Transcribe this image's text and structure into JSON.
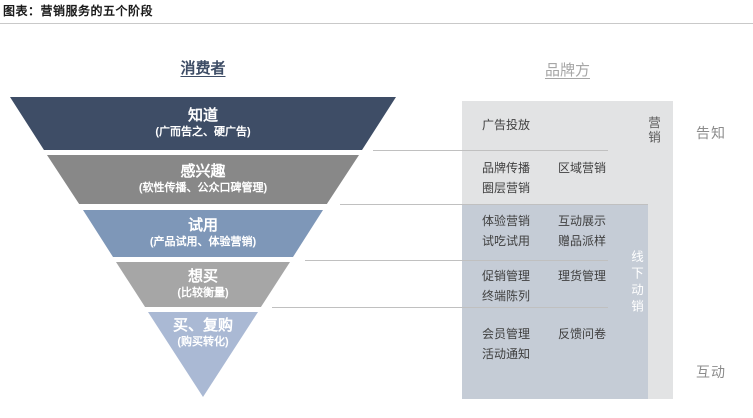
{
  "title": "图表：营销服务的五个阶段",
  "columns": {
    "consumer": "消费者",
    "brand": "品牌方"
  },
  "funnel": {
    "levels": [
      {
        "name": "知道",
        "detail": "(广而告之、硬广告)",
        "color": "#3e4d66"
      },
      {
        "name": "感兴趣",
        "detail": "(软性传播、公众口碑管理)",
        "color": "#888888"
      },
      {
        "name": "试用",
        "detail": "(产品试用、体验营销)",
        "color": "#7e97b8"
      },
      {
        "name": "想买",
        "detail": "(比较衡量)",
        "color": "#a6a6a6"
      },
      {
        "name": "买、复购",
        "detail": "(购买转化)",
        "color": "#aab9d4"
      }
    ]
  },
  "brand_panel": {
    "background": "#e2e3e4",
    "offline_background": "#c5ccd6",
    "rows": [
      {
        "items": [
          "广告投放"
        ]
      },
      {
        "items": [
          "品牌传播",
          "区域营销",
          "圈层营销"
        ]
      },
      {
        "items": [
          "体验营销",
          "互动展示",
          "试吃试用",
          "赠品派样"
        ]
      },
      {
        "items": [
          "促销管理",
          "理货管理",
          "终端陈列"
        ]
      },
      {
        "items": [
          "会员管理",
          "反馈问卷",
          "活动通知"
        ]
      }
    ],
    "vertical_labels": {
      "marketing": "营销",
      "offline_sales": "线下动销"
    }
  },
  "stage_labels": {
    "top": "告知",
    "bottom": "互动"
  }
}
